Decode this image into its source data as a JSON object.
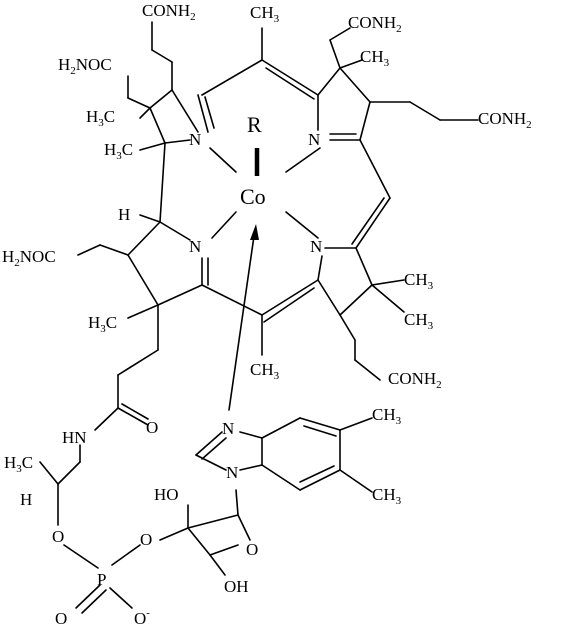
{
  "labels": {
    "conh2_top_left": "CONH",
    "conh2_top_right": "CONH",
    "conh2_right": "CONH",
    "conh2_bottom_right": "CONH",
    "h2noc_upper_left_prefix": "H",
    "h2noc_upper_left_suffix": "NOC",
    "h2noc_mid_left_prefix": "H",
    "h2noc_mid_left_suffix": "NOC",
    "sub2": "2",
    "sub3": "3",
    "ch3_top": "CH",
    "ch3_upper_right": "CH",
    "ch3_right_a": "CH",
    "ch3_right_b": "CH",
    "ch3_bottom_meso": "CH",
    "ch3_benz_a": "CH",
    "ch3_benz_b": "CH",
    "h3c_left_a": "H",
    "h3c_left_b": "H",
    "h3c_left_c": "H",
    "h3c_bottom_left": "H",
    "c": "C",
    "n": "N",
    "nh": "HN",
    "h": "H",
    "o": "O",
    "r": "R",
    "co": "Co",
    "ho": "HO",
    "oh": "OH",
    "p": "P",
    "o_minus": "O",
    "minus": "-"
  }
}
